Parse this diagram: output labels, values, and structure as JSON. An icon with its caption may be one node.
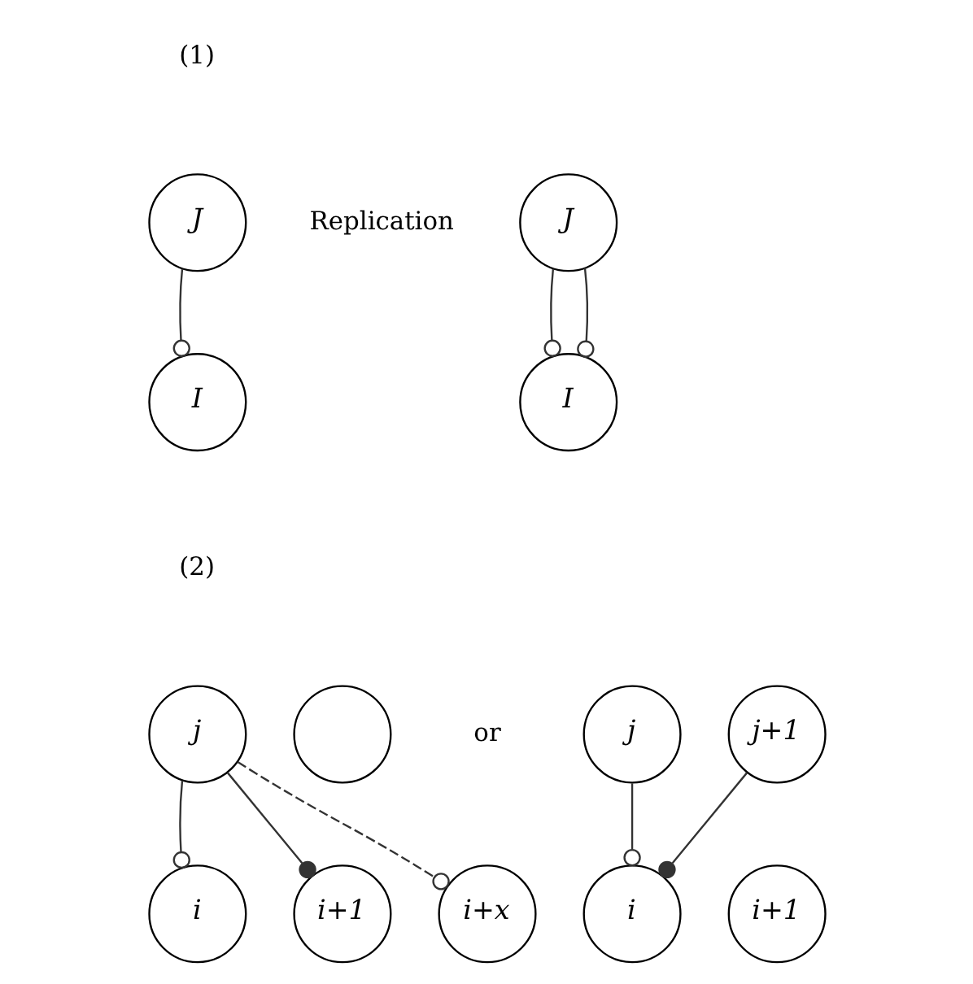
{
  "diagram": {
    "nodes": [
      {
        "text": [
          "J"
        ]
      },
      {
        "text": [
          "I"
        ]
      },
      {
        "text": [
          "J"
        ]
      },
      {
        "text": [
          "I"
        ]
      },
      {
        "text": [
          "j"
        ]
      },
      {
        "text": [],
        "shape": "circle"
      },
      {
        "text": [
          "i"
        ]
      },
      {
        "text": [
          "i+1"
        ]
      },
      {
        "text": [
          "i+x"
        ]
      },
      {
        "text": [
          "j"
        ]
      },
      {
        "text": [
          "j+1"
        ]
      },
      {
        "text": [
          "i"
        ]
      },
      {
        "text": [
          "i+1"
        ]
      }
    ],
    "edges": [
      {
        "from": 0,
        "to": 1,
        "arrow": "other"
      },
      {
        "from": 2,
        "to": 3,
        "arrow": "other"
      },
      {
        "from": 2,
        "to": 3,
        "arrow": "other"
      },
      {
        "from": 4,
        "to": 6,
        "arrow": "other"
      },
      {
        "from": 4,
        "to": 7,
        "arrow": "other"
      },
      {
        "from": 4,
        "to": 8,
        "arrow": "other",
        "style": "dashed"
      },
      {
        "from": 9,
        "to": 11,
        "arrow": "other"
      },
      {
        "from": 10,
        "to": 11,
        "arrow": "other"
      }
    ],
    "labels": [
      "(1)",
      "Replication",
      "(2)",
      "or"
    ]
  }
}
